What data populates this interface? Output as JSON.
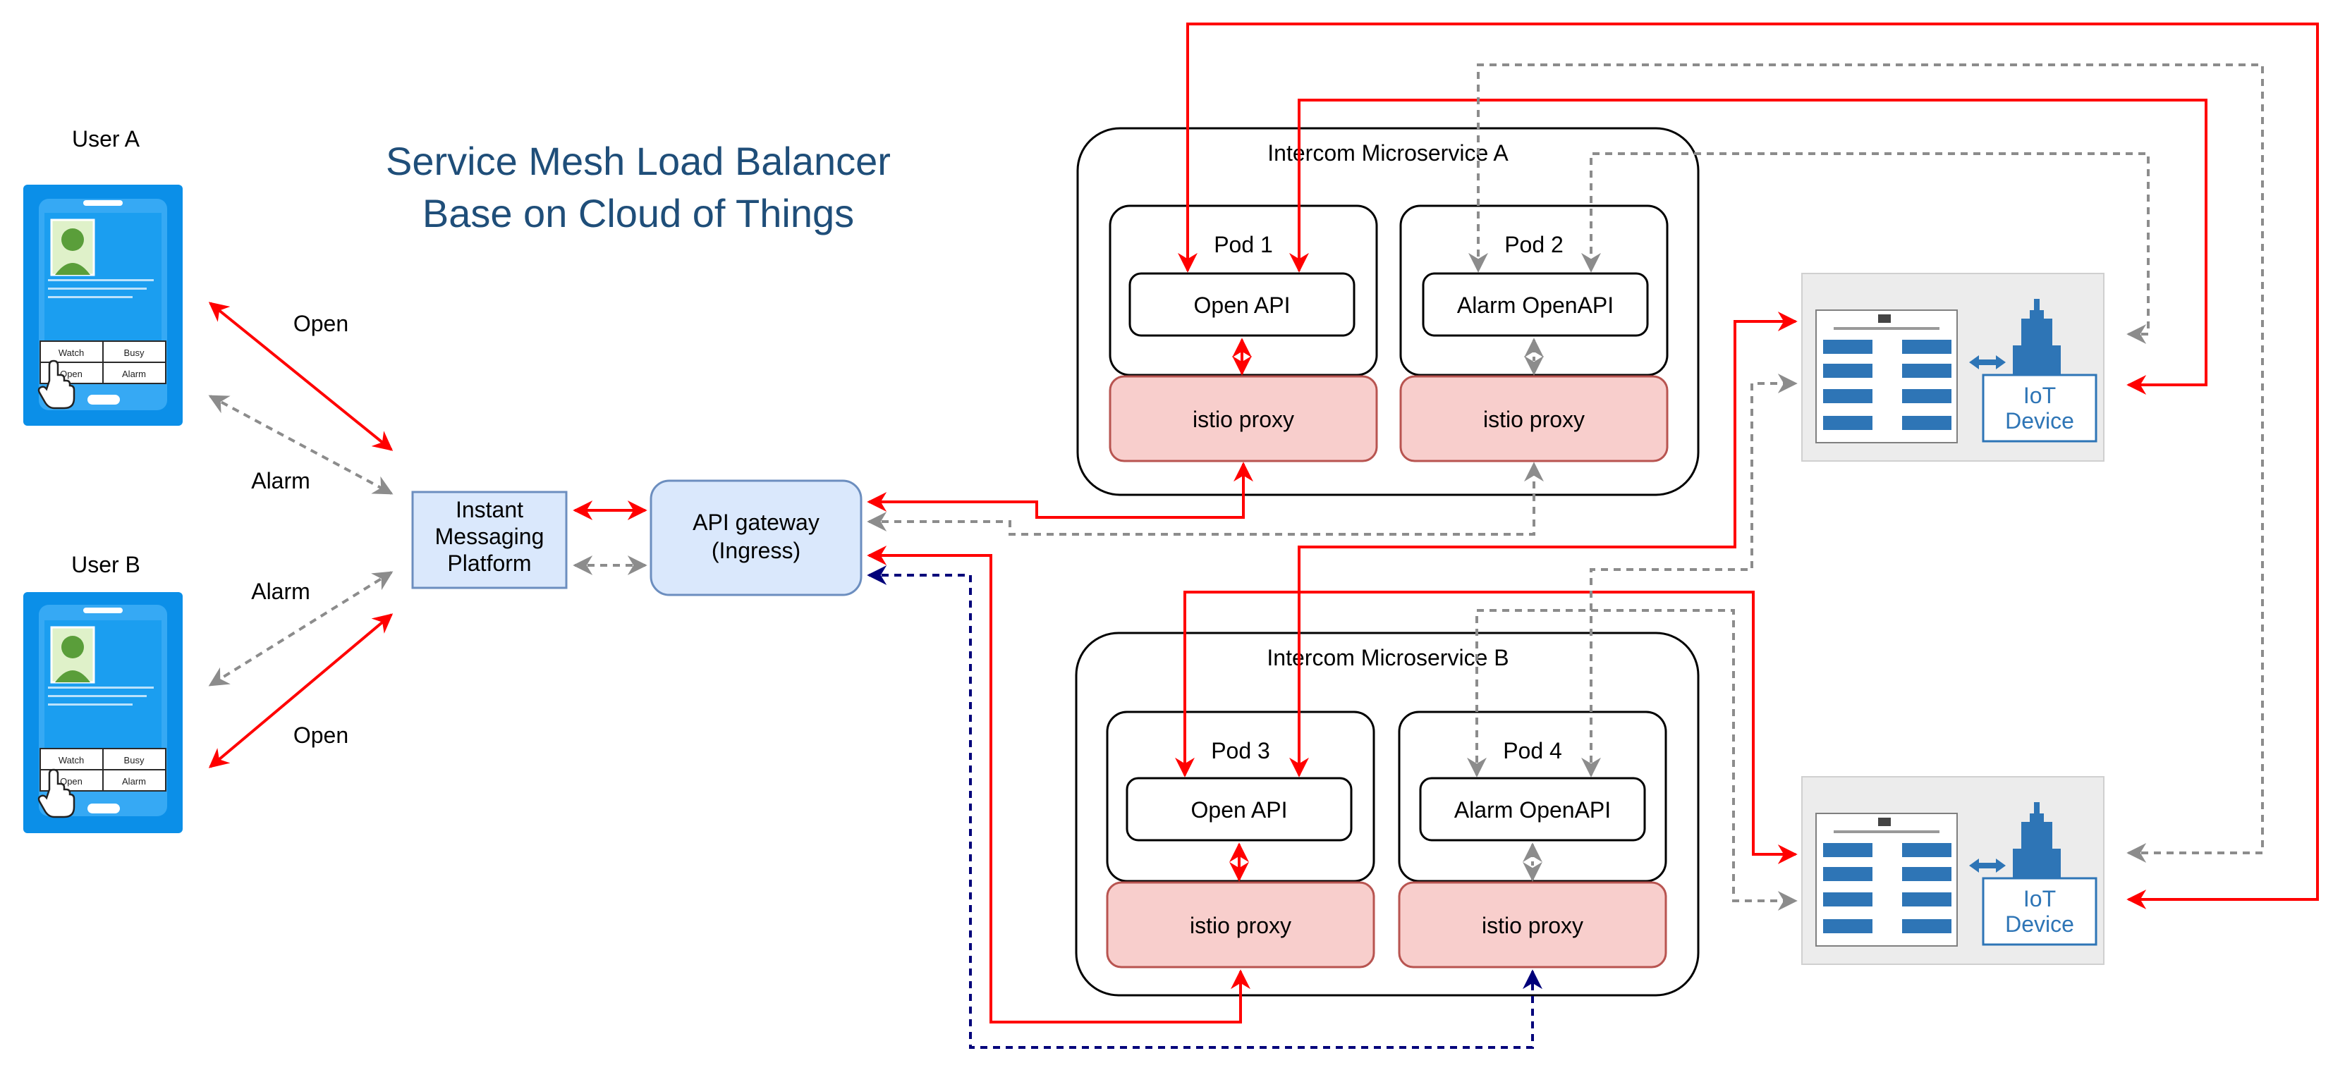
{
  "title": {
    "line1": "Service Mesh Load Balancer",
    "line2": "Base on Cloud of Things",
    "color": "#1f4e79"
  },
  "users": {
    "a": {
      "label": "User A",
      "buttons": [
        "Watch",
        "Busy",
        "Open",
        "Alarm"
      ]
    },
    "b": {
      "label": "User B",
      "buttons": [
        "Watch",
        "Busy",
        "Open",
        "Alarm"
      ]
    }
  },
  "flow_labels": {
    "open_a": "Open",
    "alarm_a": "Alarm",
    "alarm_b": "Alarm",
    "open_b": "Open"
  },
  "im_platform": {
    "line1": "Instant",
    "line2": "Messaging",
    "line3": "Platform"
  },
  "gateway": {
    "line1": "API gateway",
    "line2": "(Ingress)"
  },
  "microservice_a": {
    "title": "Intercom Microservice A",
    "pods": [
      {
        "name": "Pod 1",
        "api": "Open API",
        "proxy": "istio proxy"
      },
      {
        "name": "Pod 2",
        "api": "Alarm OpenAPI",
        "proxy": "istio proxy"
      }
    ]
  },
  "microservice_b": {
    "title": "Intercom Microservice B",
    "pods": [
      {
        "name": "Pod 3",
        "api": "Open API",
        "proxy": "istio proxy"
      },
      {
        "name": "Pod 4",
        "api": "Alarm OpenAPI",
        "proxy": "istio proxy"
      }
    ]
  },
  "iot": {
    "device_label_line1": "IoT",
    "device_label_line2": "Device"
  },
  "colors": {
    "open_flow": "#ff0000",
    "alarm_flow": "#8c8c8c",
    "ingress_flow": "#00007a",
    "proxy_fill": "#f8cecc",
    "proxy_stroke": "#b85450",
    "gateway_fill": "#dae8fc",
    "gateway_stroke": "#6c8ebf",
    "phone_blue": "#0b8fe8",
    "iot_blue": "#2e75b6"
  }
}
